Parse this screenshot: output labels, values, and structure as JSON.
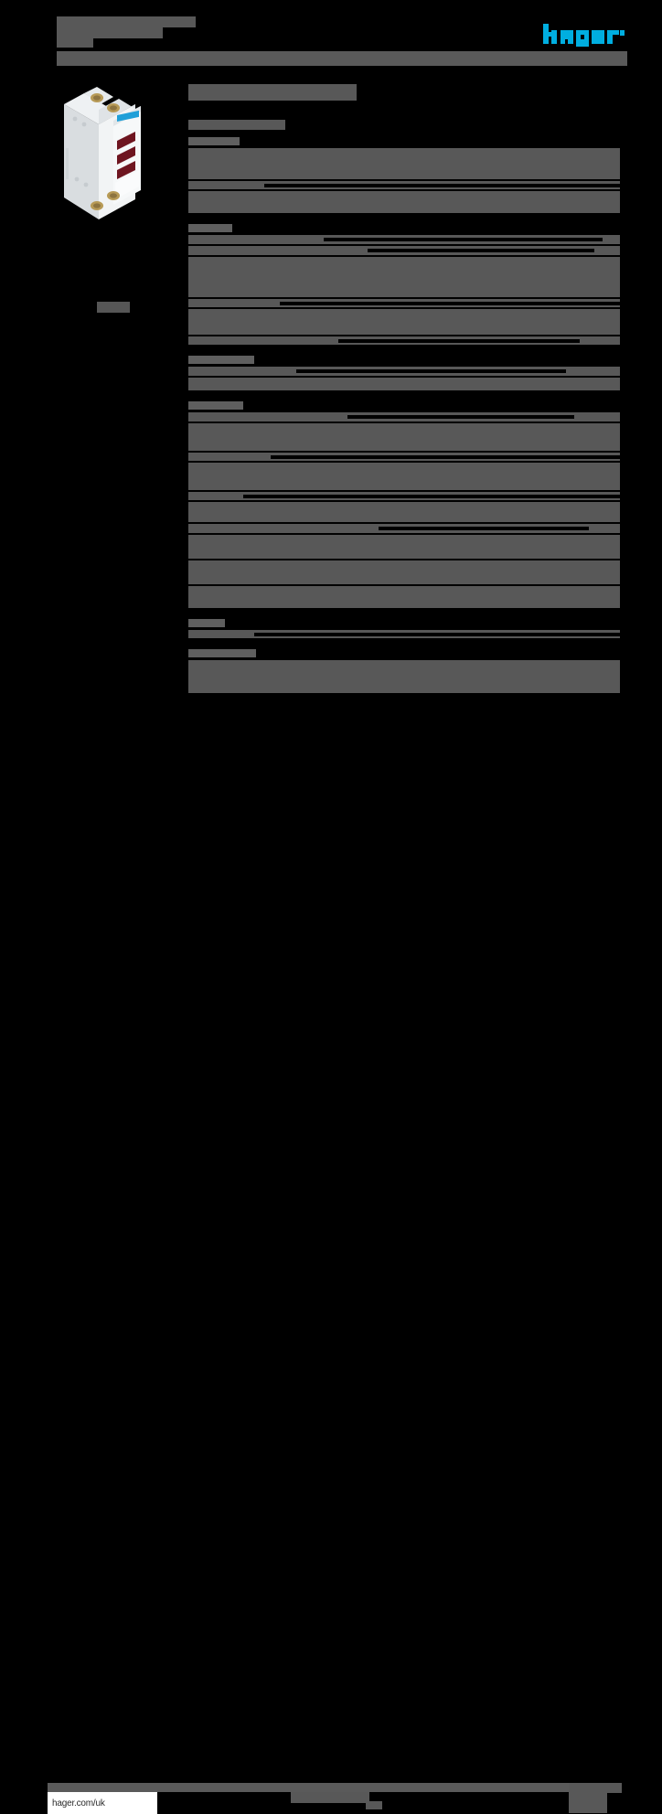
{
  "document": {
    "kind": "product-datasheet",
    "redacted": true,
    "background_color": "#000000",
    "redaction_color": "#585858",
    "brand_color": "#00AEE0"
  },
  "header": {
    "title_lines": [
      "",
      "",
      ""
    ],
    "rule_label": "",
    "logo": {
      "name": "hager-logo",
      "text": "hager",
      "color": "#00AEE0"
    }
  },
  "left_column": {
    "product_image": {
      "name": "product-photo",
      "description": "DIN-rail indicator module with three red LED windows",
      "body_color": "#e9ecef",
      "face_color": "#f4f6f7",
      "led_color": "#6e1520",
      "label_strip_color": "#1f9fd8",
      "led_count": 3
    },
    "caption": ""
  },
  "main": {
    "title": "",
    "subtitle": "",
    "sections": [
      {
        "heading": "",
        "heading_width": 56,
        "rows": [
          {
            "label_w": 56,
            "label_h": 34,
            "value_x": 0,
            "value_w": 472,
            "value_h": 34,
            "leader": false
          },
          {
            "label_w": 56,
            "label_h": 9,
            "value_x": 65,
            "value_w": 407,
            "value_h": 4,
            "leader": true
          },
          {
            "label_w": 56,
            "label_h": 24,
            "value_x": 0,
            "value_w": 472,
            "value_h": 24,
            "leader": false
          }
        ]
      },
      {
        "heading": "",
        "heading_width": 48,
        "rows": [
          {
            "label_w": 130,
            "label_h": 10,
            "value_x": 130,
            "value_w": 305,
            "value_h": 4,
            "leader": true
          },
          {
            "label_w": 178,
            "label_h": 10,
            "value_x": 178,
            "value_w": 248,
            "value_h": 4,
            "leader": true
          },
          {
            "label_w": 56,
            "label_h": 44,
            "value_x": 0,
            "value_w": 472,
            "value_h": 44,
            "leader": false
          },
          {
            "label_w": 82,
            "label_h": 9,
            "value_x": 82,
            "value_w": 390,
            "value_h": 4,
            "leader": true
          },
          {
            "label_w": 56,
            "label_h": 28,
            "value_x": 0,
            "value_w": 472,
            "value_h": 28,
            "leader": false
          },
          {
            "label_w": 146,
            "label_h": 9,
            "value_x": 146,
            "value_w": 264,
            "value_h": 4,
            "leader": true
          }
        ]
      },
      {
        "heading": "",
        "heading_width": 72,
        "rows": [
          {
            "label_w": 100,
            "label_h": 10,
            "value_x": 100,
            "value_w": 295,
            "value_h": 4,
            "leader": true
          },
          {
            "label_w": 56,
            "label_h": 14,
            "value_x": 0,
            "value_w": 472,
            "value_h": 14,
            "leader": false
          }
        ]
      },
      {
        "heading": "",
        "heading_width": 60,
        "rows": [
          {
            "label_w": 156,
            "label_h": 10,
            "value_x": 156,
            "value_w": 248,
            "value_h": 4,
            "leader": true
          },
          {
            "label_w": 56,
            "label_h": 30,
            "value_x": 0,
            "value_w": 472,
            "value_h": 30,
            "leader": false
          },
          {
            "label_w": 72,
            "label_h": 9,
            "value_x": 72,
            "value_w": 400,
            "value_h": 4,
            "leader": true
          },
          {
            "label_w": 56,
            "label_h": 30,
            "value_x": 0,
            "value_w": 472,
            "value_h": 30,
            "leader": false
          },
          {
            "label_w": 42,
            "label_h": 9,
            "value_x": 42,
            "value_w": 430,
            "value_h": 4,
            "leader": true
          },
          {
            "label_w": 56,
            "label_h": 22,
            "value_x": 0,
            "value_w": 472,
            "value_h": 22,
            "leader": false
          },
          {
            "label_w": 190,
            "label_h": 10,
            "value_x": 190,
            "value_w": 230,
            "value_h": 4,
            "leader": true
          },
          {
            "label_w": 56,
            "label_h": 26,
            "value_x": 0,
            "value_w": 472,
            "value_h": 26,
            "leader": false
          },
          {
            "label_w": 56,
            "label_h": 26,
            "value_x": 0,
            "value_w": 472,
            "value_h": 26,
            "leader": false
          },
          {
            "label_w": 56,
            "label_h": 24,
            "value_x": 0,
            "value_w": 472,
            "value_h": 24,
            "leader": false
          }
        ]
      },
      {
        "heading": "",
        "heading_width": 40,
        "rows": [
          {
            "label_w": 54,
            "label_h": 9,
            "value_x": 54,
            "value_w": 418,
            "value_h": 4,
            "leader": true
          }
        ]
      },
      {
        "heading": "",
        "heading_width": 74,
        "rows": [
          {
            "label_w": 56,
            "label_h": 36,
            "value_x": 0,
            "value_w": 472,
            "value_h": 36,
            "leader": false
          }
        ]
      }
    ]
  },
  "footer": {
    "url": "hager.com/uk",
    "center_text": "",
    "page_label": ""
  }
}
